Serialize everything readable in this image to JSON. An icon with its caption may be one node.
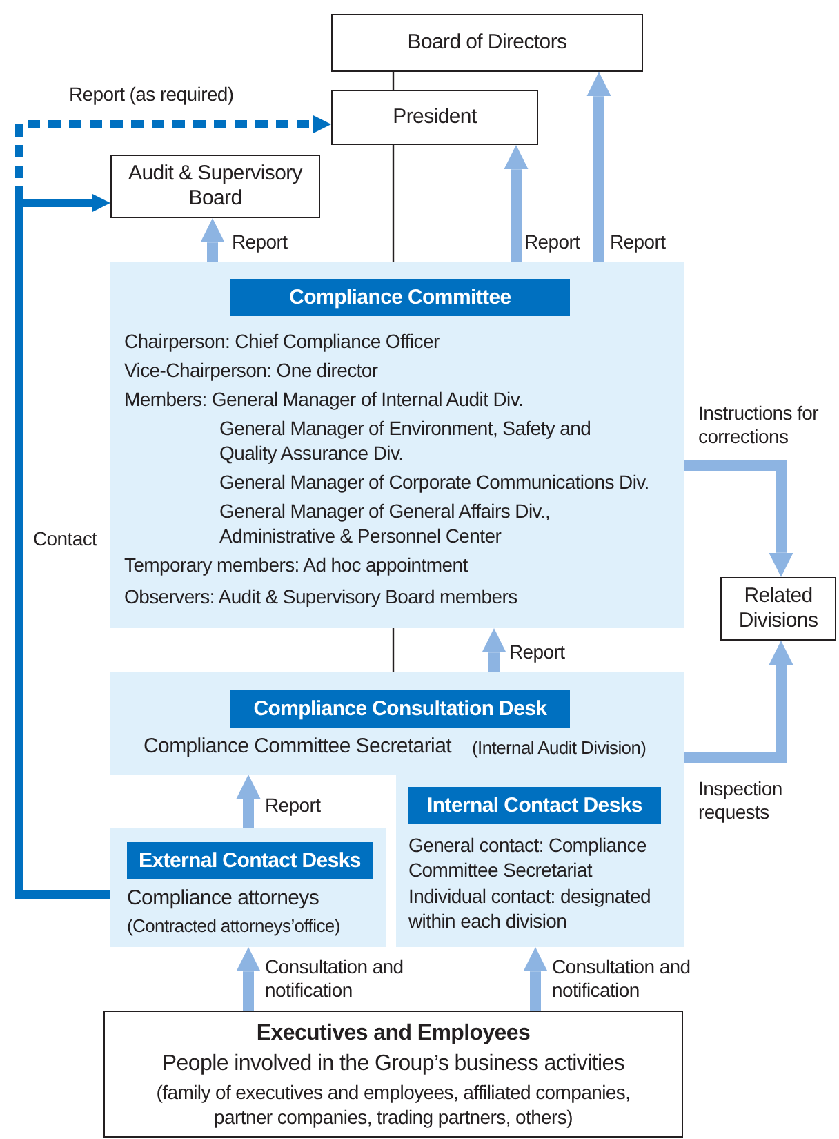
{
  "diagram": {
    "nodes": [
      {
        "text": [
          "Board of Directors"
        ]
      },
      {
        "text": [
          "President"
        ]
      },
      {
        "text": [
          "Audit & Supervisory Board"
        ]
      },
      {
        "text": [
          "Compliance Committee",
          "Chairperson: Chief Compliance Officer",
          "Vice-Chairperson: One director",
          "Members: General Manager of Internal Audit Div.",
          "General Manager of Environment, Safety and Quality Assurance Div.",
          "General Manager of Corporate Communications Div.",
          "General Manager of General Affairs Div., Administrative & Personnel Center",
          "Temporary members: Ad hoc appointment",
          "Observers: Audit & Supervisory Board members"
        ]
      },
      {
        "text": [
          "Related Divisions"
        ]
      },
      {
        "text": [
          "Compliance Consultation Desk",
          "Compliance Committee Secretariat",
          "(Internal Audit Division)"
        ]
      },
      {
        "text": [
          "External Contact Desks",
          "Compliance attorneys",
          "(Contracted attorneys’office)"
        ]
      },
      {
        "text": [
          "Internal Contact Desks",
          "General contact: Compliance Committee Secretariat",
          "Individual contact: designated within each division"
        ]
      },
      {
        "text": [
          "Executives and Employees",
          "People involved in the Group’s business activities",
          "(family of executives and employees, affiliated companies, partner companies, trading partners, others)"
        ]
      }
    ],
    "edges": [
      {
        "from": 3,
        "to": 2,
        "arrow": "to",
        "label": "Report"
      },
      {
        "from": 3,
        "to": 1,
        "arrow": "to",
        "label": "Report"
      },
      {
        "from": 3,
        "to": 0,
        "arrow": "to",
        "label": "Report"
      },
      {
        "from": 1,
        "to": 0,
        "arrow": "none",
        "color": "#231f20"
      },
      {
        "from": 1,
        "to": 3,
        "arrow": "none",
        "color": "#231f20"
      },
      {
        "from": 6,
        "to": 2,
        "arrow": "to",
        "label": "Contact",
        "color": "#0070c0"
      },
      {
        "from": 6,
        "to": 1,
        "arrow": "to",
        "label": "Report (as required)",
        "style": "dashed",
        "color": "#0070c0"
      },
      {
        "from": 3,
        "to": 5,
        "arrow": "none",
        "color": "#231f20"
      },
      {
        "from": 5,
        "to": 3,
        "arrow": "to",
        "label": "Report"
      },
      {
        "from": 3,
        "to": 4,
        "arrow": "to",
        "label": "Instructions for corrections"
      },
      {
        "from": 5,
        "to": 4,
        "arrow": "to",
        "label": "Inspection requests"
      },
      {
        "from": 6,
        "to": 5,
        "arrow": "to",
        "label": "Report"
      },
      {
        "from": 8,
        "to": 6,
        "arrow": "to",
        "label": "Consultation and notification"
      },
      {
        "from": 8,
        "to": 7,
        "arrow": "to",
        "label": "Consultation and notification"
      }
    ]
  }
}
